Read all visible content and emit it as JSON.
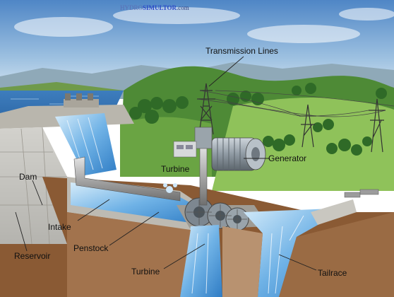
{
  "watermark": {
    "prefix": "HYDRO",
    "brand": "SIMULTOR",
    "suffix": ".com"
  },
  "labels": {
    "transmission_lines": "Transmission Lines",
    "generator": "Generator",
    "turbine_upper": "Turbine",
    "dam": "Dam",
    "intake": "Intake",
    "reservoir": "Reservoir",
    "penstock": "Penstock",
    "turbine_lower": "Turbine",
    "tailrace": "Tailrace"
  },
  "colors": {
    "sky_top": "#4f86c6",
    "sky_bottom": "#dbe8f3",
    "water": "#3c8fd6",
    "water_light": "#a8d4f2",
    "concrete": "#c9c7c0",
    "concrete_dark": "#8f8c85",
    "earth": "#8a5a34",
    "grass": "#7bb34a",
    "forest": "#3f7a2f",
    "generator_body": "#a9b3bb",
    "brand_blue": "#2d4bc7"
  }
}
